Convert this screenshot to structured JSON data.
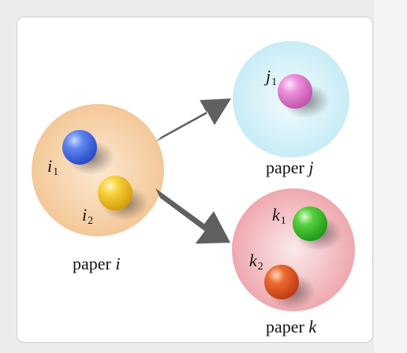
{
  "papers": [
    {
      "id": "i",
      "label_prefix": "paper",
      "label_var": "i",
      "color": "#f6d2ad",
      "items": [
        {
          "var": "i",
          "sub": "1",
          "color": "#4a74ea"
        },
        {
          "var": "i",
          "sub": "2",
          "color": "#f1c521"
        }
      ]
    },
    {
      "id": "j",
      "label_prefix": "paper",
      "label_var": "j",
      "color": "#d6f1f8",
      "items": [
        {
          "var": "j",
          "sub": "1",
          "color": "#e68ad4"
        }
      ]
    },
    {
      "id": "k",
      "label_prefix": "paper",
      "label_var": "k",
      "color": "#f2bfc3",
      "items": [
        {
          "var": "k",
          "sub": "1",
          "color": "#46c236"
        },
        {
          "var": "k",
          "sub": "2",
          "color": "#e5602a"
        }
      ]
    }
  ],
  "arrow_color": "#606060"
}
